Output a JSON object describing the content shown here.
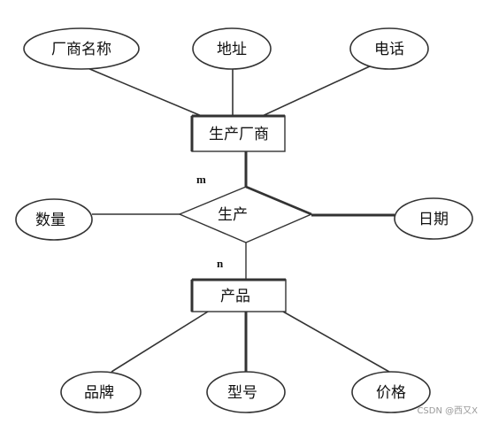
{
  "entities": {
    "manufacturer": "生产厂商",
    "product": "产品"
  },
  "relationship": {
    "name": "生产"
  },
  "attributes": {
    "manufacturer_name": "厂商名称",
    "address": "地址",
    "phone": "电话",
    "quantity": "数量",
    "date": "日期",
    "brand": "品牌",
    "model": "型号",
    "price": "价格"
  },
  "cardinality": {
    "manufacturer_side": "m",
    "product_side": "n"
  },
  "watermark": "CSDN @西又X"
}
